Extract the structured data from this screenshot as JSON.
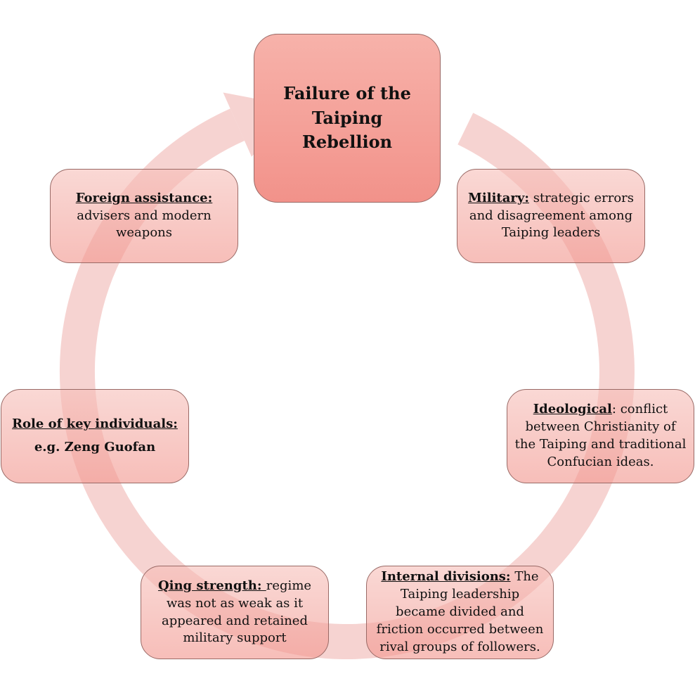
{
  "center": {
    "title": "Failure of the Taiping Rebellion"
  },
  "factors": {
    "military": {
      "heading": "Military:",
      "text": " strategic errors and disagreement among Taiping leaders"
    },
    "ideological": {
      "heading": "Ideological",
      "text": ": conflict between Christianity of the Taiping and traditional Confucian ideas."
    },
    "internal": {
      "heading": "Internal divisions:",
      "text": " The Taiping leadership became divided and friction occurred between rival groups of followers."
    },
    "qing": {
      "heading": "Qing strength: ",
      "text": "regime was not as weak as it appeared and retained military support"
    },
    "individuals": {
      "heading": "Role of key individuals:",
      "text": "e.g. Zeng Guofan"
    },
    "foreign": {
      "heading": "Foreign assistance:",
      "text": "advisers and modern weapons"
    }
  },
  "colors": {
    "box_fill": "#f5a59d",
    "ring": "#f3c4c1",
    "border": "#9a6a66"
  }
}
